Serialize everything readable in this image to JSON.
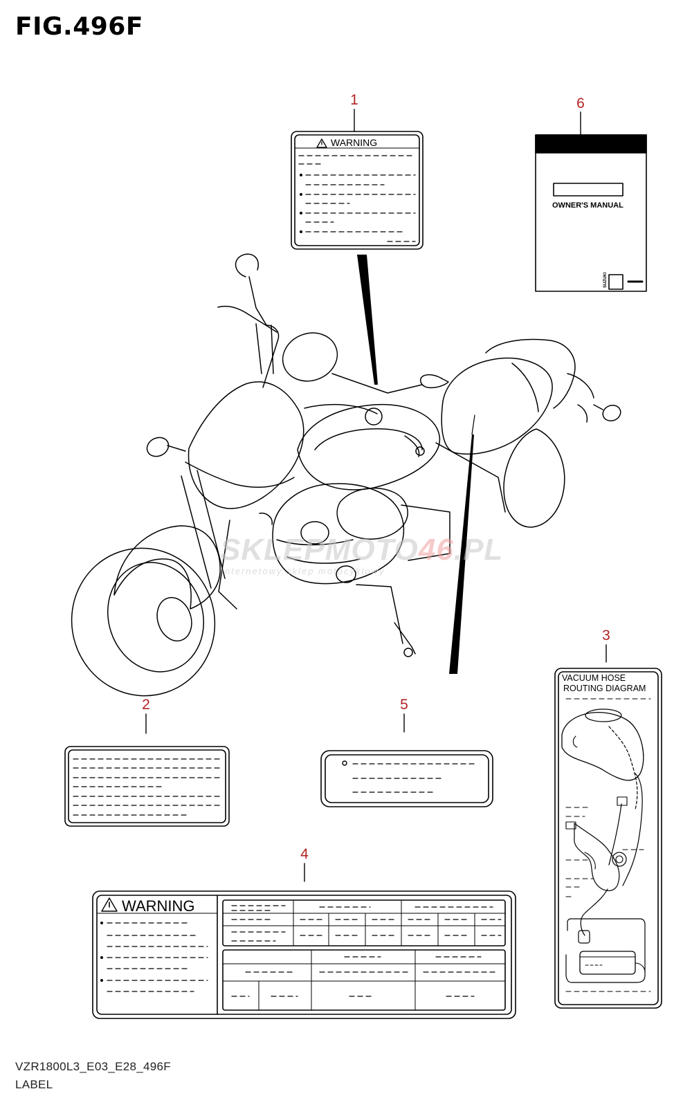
{
  "figure": {
    "title": "FIG.496F"
  },
  "parts": [
    {
      "ref": "1",
      "text": "WARNING"
    },
    {
      "ref": "2"
    },
    {
      "ref": "3",
      "text_line1": "VACUUM HOSE",
      "text_line2": "ROUTING DIAGRAM"
    },
    {
      "ref": "4",
      "text": "WARNING"
    },
    {
      "ref": "5"
    },
    {
      "ref": "6",
      "text": "OWNER'S MANUAL",
      "brand": "SUZUKI"
    }
  ],
  "watermark": {
    "text_a": "SKLEP",
    "text_b": "MOTO",
    "text_c": "46",
    "text_d": ".PL",
    "subtitle": "internetowy sklep motocyklowy"
  },
  "footer": {
    "code": "VZR1800L3_E03_E28_496F",
    "label": "LABEL"
  }
}
